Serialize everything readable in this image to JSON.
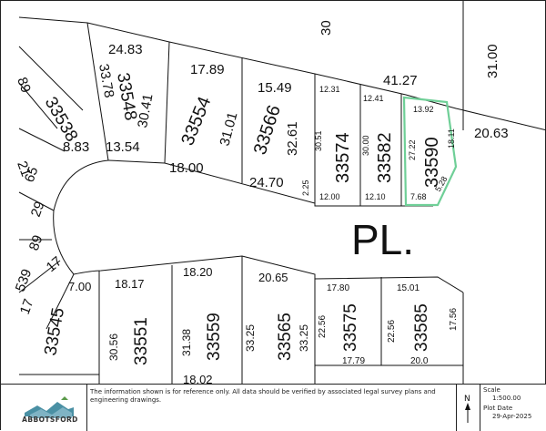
{
  "map": {
    "street_label": "PL.",
    "lots": [
      {
        "id": "33538"
      },
      {
        "id": "33548"
      },
      {
        "id": "33554"
      },
      {
        "id": "33566"
      },
      {
        "id": "33574"
      },
      {
        "id": "33582"
      },
      {
        "id": "33590",
        "highlighted": true
      },
      {
        "id": "33545"
      },
      {
        "id": "33551"
      },
      {
        "id": "33559"
      },
      {
        "id": "33565"
      },
      {
        "id": "33575"
      },
      {
        "id": "33585"
      }
    ],
    "partial_labels": {
      "top_left": "89",
      "top_center": "30",
      "left_a": "21",
      "left_b": "65",
      "left_c": "29",
      "left_d": "89",
      "left_e": "17",
      "left_f": "539",
      "left_g": "17"
    },
    "dimensions": {
      "d_24_83": "24.83",
      "d_33_78": "33.78",
      "d_30_41": "30.41",
      "d_8_83": "8.83",
      "d_13_54": "13.54",
      "d_17_89": "17.89",
      "d_31_01": "31.01",
      "d_18_00": "18.00",
      "d_15_49": "15.49",
      "d_32_61": "32.61",
      "d_24_70": "24.70",
      "d_2_25": "2.25",
      "d_12_31": "12.31",
      "d_30_51": "30.51",
      "d_12_00": "12.00",
      "d_12_41": "12.41",
      "d_30_00": "30.00",
      "d_12_10": "12.10",
      "d_41_27": "41.27",
      "d_31_00": "31.00",
      "d_13_92": "13.92",
      "d_27_22": "27.22",
      "d_18_11": "18.11",
      "d_7_68": "7.68",
      "d_5_28": "5.28",
      "d_20_63": "20.63",
      "d_7_00": "7.00",
      "d_18_17": "18.17",
      "d_30_56": "30.56",
      "d_18_20": "18.20",
      "d_31_38": "31.38",
      "d_20_65": "20.65",
      "d_33_25a": "33.25",
      "d_33_25b": "33.25",
      "d_17_80": "17.80",
      "d_22_56a": "22.56",
      "d_17_79": "17.79",
      "d_15_01": "15.01",
      "d_22_56b": "22.56",
      "d_17_56": "17.56",
      "d_20_0": "20.0",
      "d_18_02": "18.02"
    },
    "highlight_color": "#6fcf97"
  },
  "footer": {
    "logo_text": "ABBOTSFORD",
    "disclaimer": "The information shown is for reference only.  All data should be verified by associated legal survey plans and engineering drawings.",
    "north_label": "N",
    "scale_label": "Scale",
    "scale_value": "1:500.00",
    "date_label": "Plot Date",
    "date_value": "29-Apr-2025"
  }
}
